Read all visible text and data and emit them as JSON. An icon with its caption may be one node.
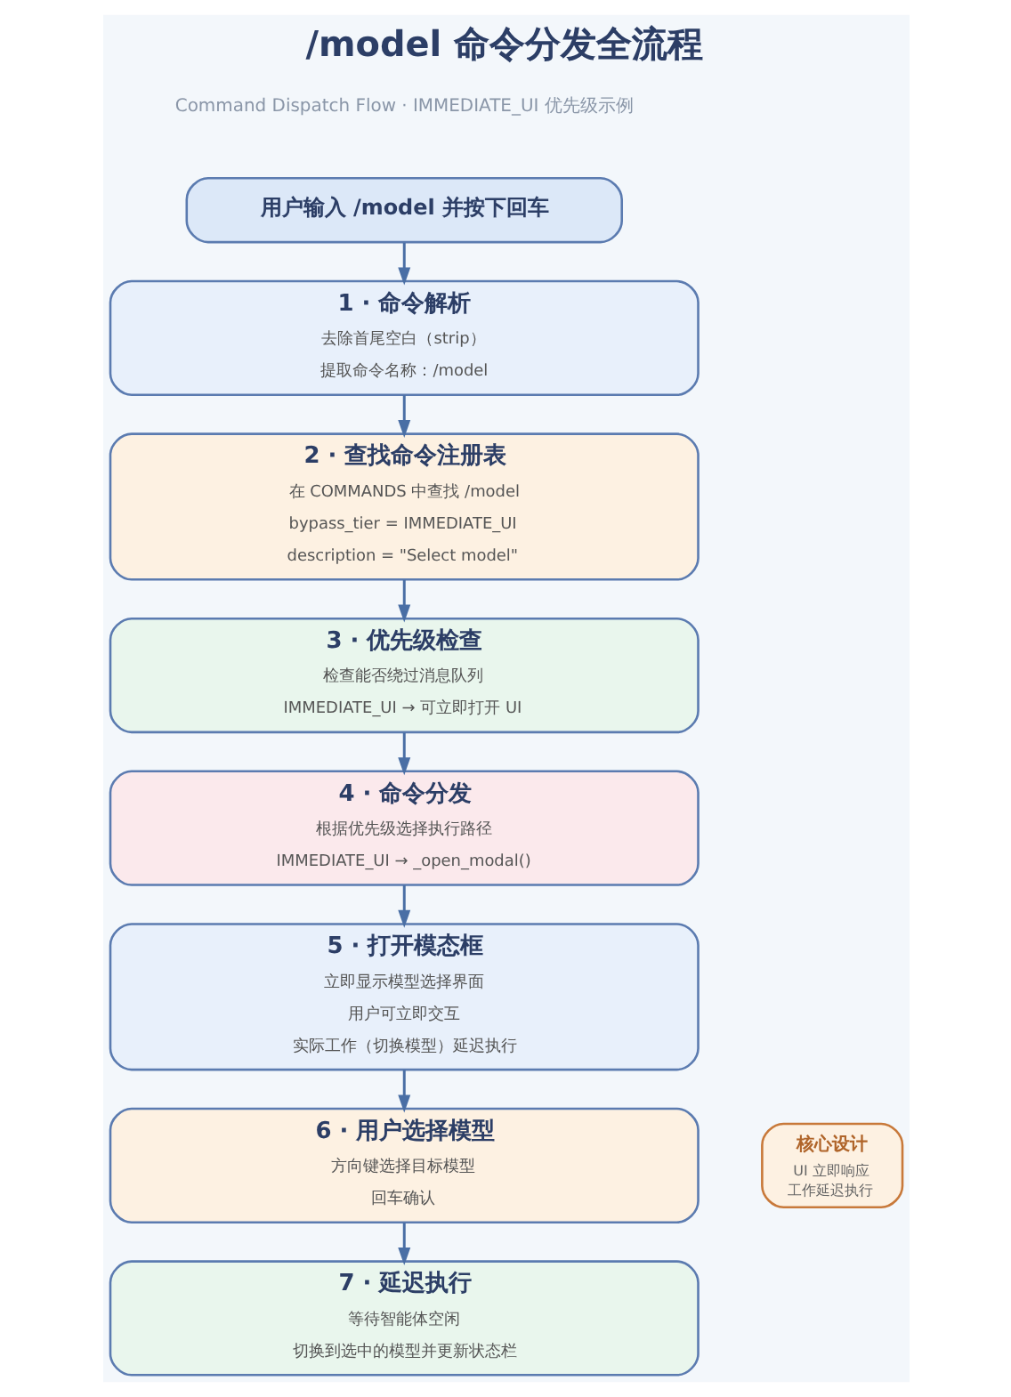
{
  "diagram": {
    "title": "/model 命令分发全流程",
    "nodes": [
      {
        "text": [
          "用户输入 /model 并按下回车"
        ]
      },
      {
        "text": [
          "1 · 命令解析",
          "去除首尾空白（strip）",
          "提取命令名称：/model"
        ]
      },
      {
        "text": [
          "2 · 查找命令注册表",
          "在 COMMANDS 中查找 /model",
          "bypass_tier = IMMEDIATE_UI",
          "description = \"Select model\""
        ]
      },
      {
        "text": [
          "3 · 优先级检查",
          "检查能否绕过消息队列",
          "IMMEDIATE_UI → 可立即打开 UI"
        ]
      },
      {
        "text": [
          "4 · 命令分发",
          "根据优先级选择执行路径",
          "IMMEDIATE_UI → _open_modal()"
        ]
      },
      {
        "text": [
          "5 · 打开模态框",
          "立即显示模型选择界面",
          "用户可立即交互",
          "实际工作（切换模型）延迟执行"
        ]
      },
      {
        "text": [
          "6 · 用户选择模型",
          "方向键选择目标模型",
          "回车确认"
        ]
      },
      {
        "text": [
          "7 · 延迟执行",
          "等待智能体空闲",
          "切换到选中的模型并更新状态栏"
        ]
      },
      {
        "text": [
          "核心设计",
          "UI 立即响应",
          "工作延迟执行"
        ]
      }
    ],
    "edges": [
      {
        "from": 0,
        "to": 1,
        "arrow": "to"
      },
      {
        "from": 1,
        "to": 2,
        "arrow": "to"
      },
      {
        "from": 2,
        "to": 3,
        "arrow": "to"
      },
      {
        "from": 3,
        "to": 4,
        "arrow": "to"
      },
      {
        "from": 4,
        "to": 5,
        "arrow": "to"
      },
      {
        "from": 5,
        "to": 6,
        "arrow": "to"
      },
      {
        "from": 6,
        "to": 7,
        "arrow": "to"
      }
    ],
    "labels": [
      "Command Dispatch Flow · IMMEDIATE_UI 优先级示例"
    ]
  }
}
